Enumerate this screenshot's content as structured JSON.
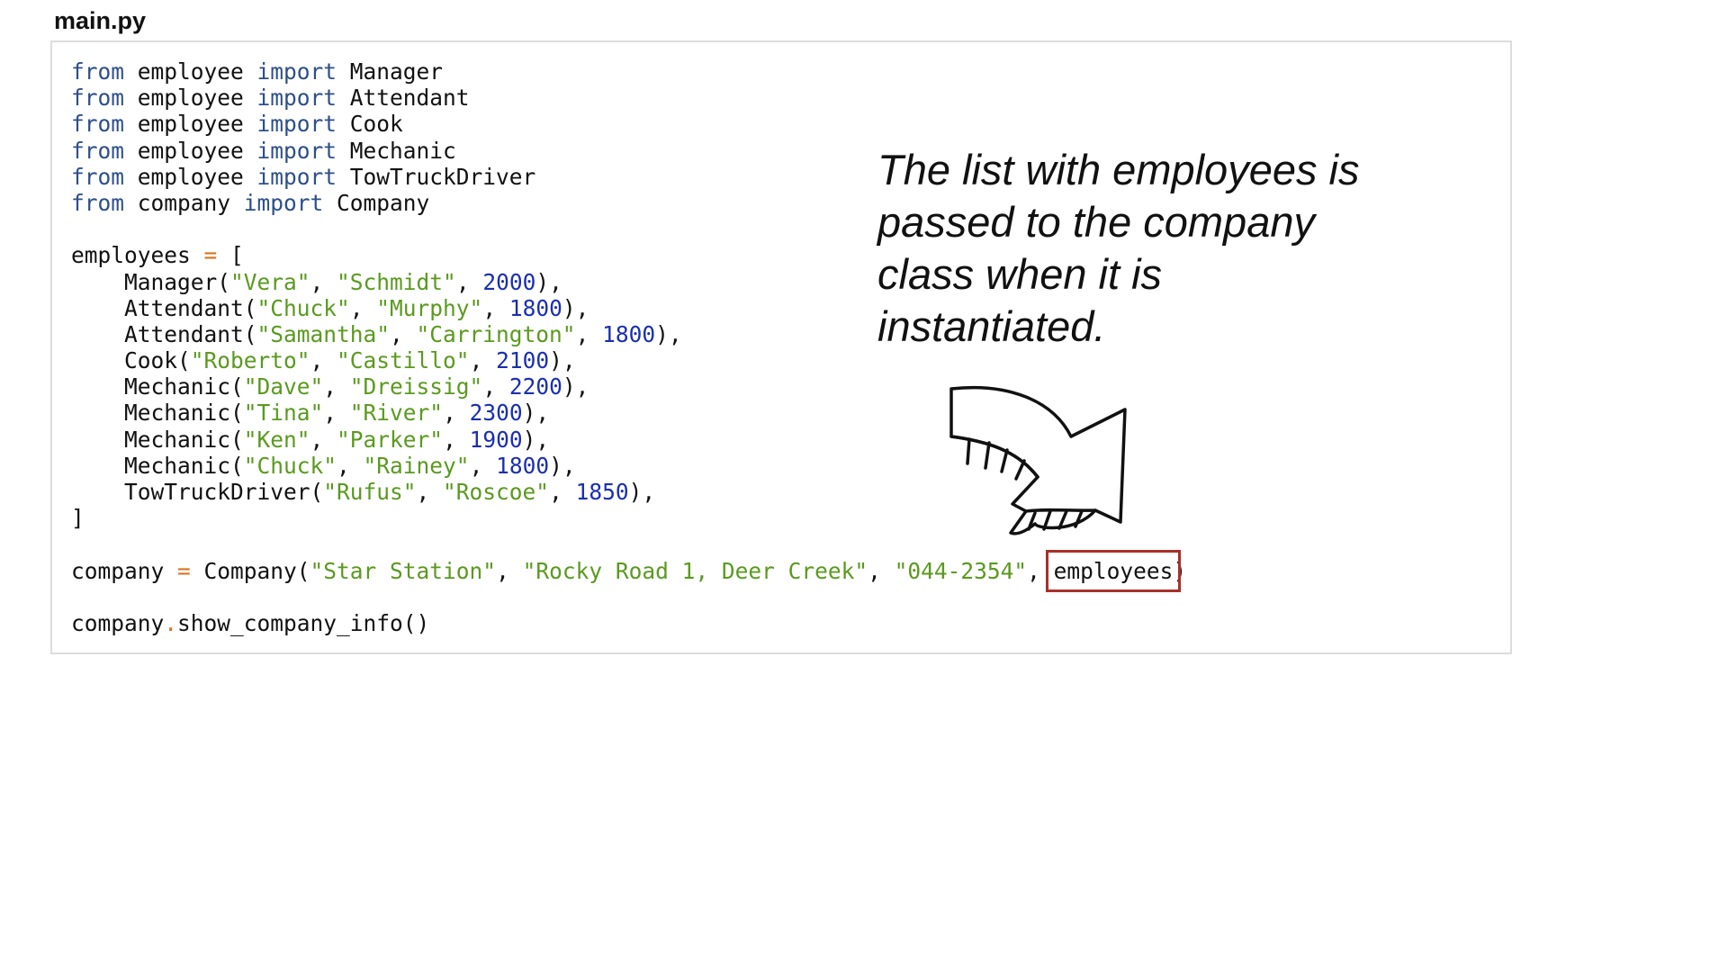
{
  "file": {
    "title": "main.py"
  },
  "code": {
    "lines": [
      [
        {
          "t": "from",
          "c": "kw"
        },
        {
          "t": " employee ",
          "c": "plain"
        },
        {
          "t": "import",
          "c": "kw"
        },
        {
          "t": " Manager",
          "c": "plain"
        }
      ],
      [
        {
          "t": "from",
          "c": "kw"
        },
        {
          "t": " employee ",
          "c": "plain"
        },
        {
          "t": "import",
          "c": "kw"
        },
        {
          "t": " Attendant",
          "c": "plain"
        }
      ],
      [
        {
          "t": "from",
          "c": "kw"
        },
        {
          "t": " employee ",
          "c": "plain"
        },
        {
          "t": "import",
          "c": "kw"
        },
        {
          "t": " Cook",
          "c": "plain"
        }
      ],
      [
        {
          "t": "from",
          "c": "kw"
        },
        {
          "t": " employee ",
          "c": "plain"
        },
        {
          "t": "import",
          "c": "kw"
        },
        {
          "t": " Mechanic",
          "c": "plain"
        }
      ],
      [
        {
          "t": "from",
          "c": "kw"
        },
        {
          "t": " employee ",
          "c": "plain"
        },
        {
          "t": "import",
          "c": "kw"
        },
        {
          "t": " TowTruckDriver",
          "c": "plain"
        }
      ],
      [
        {
          "t": "from",
          "c": "kw"
        },
        {
          "t": " company ",
          "c": "plain"
        },
        {
          "t": "import",
          "c": "kw"
        },
        {
          "t": " Company",
          "c": "plain"
        }
      ],
      [],
      [
        {
          "t": "employees ",
          "c": "plain"
        },
        {
          "t": "=",
          "c": "op"
        },
        {
          "t": " [",
          "c": "plain"
        }
      ],
      [
        {
          "t": "    Manager(",
          "c": "plain"
        },
        {
          "t": "\"Vera\"",
          "c": "str"
        },
        {
          "t": ", ",
          "c": "plain"
        },
        {
          "t": "\"Schmidt\"",
          "c": "str"
        },
        {
          "t": ", ",
          "c": "plain"
        },
        {
          "t": "2000",
          "c": "num"
        },
        {
          "t": "),",
          "c": "plain"
        }
      ],
      [
        {
          "t": "    Attendant(",
          "c": "plain"
        },
        {
          "t": "\"Chuck\"",
          "c": "str"
        },
        {
          "t": ", ",
          "c": "plain"
        },
        {
          "t": "\"Murphy\"",
          "c": "str"
        },
        {
          "t": ", ",
          "c": "plain"
        },
        {
          "t": "1800",
          "c": "num"
        },
        {
          "t": "),",
          "c": "plain"
        }
      ],
      [
        {
          "t": "    Attendant(",
          "c": "plain"
        },
        {
          "t": "\"Samantha\"",
          "c": "str"
        },
        {
          "t": ", ",
          "c": "plain"
        },
        {
          "t": "\"Carrington\"",
          "c": "str"
        },
        {
          "t": ", ",
          "c": "plain"
        },
        {
          "t": "1800",
          "c": "num"
        },
        {
          "t": "),",
          "c": "plain"
        }
      ],
      [
        {
          "t": "    Cook(",
          "c": "plain"
        },
        {
          "t": "\"Roberto\"",
          "c": "str"
        },
        {
          "t": ", ",
          "c": "plain"
        },
        {
          "t": "\"Castillo\"",
          "c": "str"
        },
        {
          "t": ", ",
          "c": "plain"
        },
        {
          "t": "2100",
          "c": "num"
        },
        {
          "t": "),",
          "c": "plain"
        }
      ],
      [
        {
          "t": "    Mechanic(",
          "c": "plain"
        },
        {
          "t": "\"Dave\"",
          "c": "str"
        },
        {
          "t": ", ",
          "c": "plain"
        },
        {
          "t": "\"Dreissig\"",
          "c": "str"
        },
        {
          "t": ", ",
          "c": "plain"
        },
        {
          "t": "2200",
          "c": "num"
        },
        {
          "t": "),",
          "c": "plain"
        }
      ],
      [
        {
          "t": "    Mechanic(",
          "c": "plain"
        },
        {
          "t": "\"Tina\"",
          "c": "str"
        },
        {
          "t": ", ",
          "c": "plain"
        },
        {
          "t": "\"River\"",
          "c": "str"
        },
        {
          "t": ", ",
          "c": "plain"
        },
        {
          "t": "2300",
          "c": "num"
        },
        {
          "t": "),",
          "c": "plain"
        }
      ],
      [
        {
          "t": "    Mechanic(",
          "c": "plain"
        },
        {
          "t": "\"Ken\"",
          "c": "str"
        },
        {
          "t": ", ",
          "c": "plain"
        },
        {
          "t": "\"Parker\"",
          "c": "str"
        },
        {
          "t": ", ",
          "c": "plain"
        },
        {
          "t": "1900",
          "c": "num"
        },
        {
          "t": "),",
          "c": "plain"
        }
      ],
      [
        {
          "t": "    Mechanic(",
          "c": "plain"
        },
        {
          "t": "\"Chuck\"",
          "c": "str"
        },
        {
          "t": ", ",
          "c": "plain"
        },
        {
          "t": "\"Rainey\"",
          "c": "str"
        },
        {
          "t": ", ",
          "c": "plain"
        },
        {
          "t": "1800",
          "c": "num"
        },
        {
          "t": "),",
          "c": "plain"
        }
      ],
      [
        {
          "t": "    TowTruckDriver(",
          "c": "plain"
        },
        {
          "t": "\"Rufus\"",
          "c": "str"
        },
        {
          "t": ", ",
          "c": "plain"
        },
        {
          "t": "\"Roscoe\"",
          "c": "str"
        },
        {
          "t": ", ",
          "c": "plain"
        },
        {
          "t": "1850",
          "c": "num"
        },
        {
          "t": "),",
          "c": "plain"
        }
      ],
      [
        {
          "t": "]",
          "c": "plain"
        }
      ],
      [],
      [
        {
          "t": "company ",
          "c": "plain"
        },
        {
          "t": "=",
          "c": "op"
        },
        {
          "t": " Company(",
          "c": "plain"
        },
        {
          "t": "\"Star Station\"",
          "c": "str"
        },
        {
          "t": ", ",
          "c": "plain"
        },
        {
          "t": "\"Rocky Road 1, Deer Creek\"",
          "c": "str"
        },
        {
          "t": ", ",
          "c": "plain"
        },
        {
          "t": "\"044-2354\"",
          "c": "str"
        },
        {
          "t": ", ",
          "c": "plain"
        },
        {
          "t": "employees",
          "c": "plain",
          "highlight": true
        },
        {
          "t": ")",
          "c": "plain"
        }
      ],
      [],
      [
        {
          "t": "company",
          "c": "plain"
        },
        {
          "t": ".",
          "c": "op"
        },
        {
          "t": "show_company_info()",
          "c": "plain"
        }
      ]
    ]
  },
  "annotation": {
    "text": "The list with employees is passed to the company class when it is instantiated.",
    "icon": "curved-arrow-icon"
  },
  "colors": {
    "keyword": "#2d4f8a",
    "string": "#5a9a1e",
    "number": "#1a2fb0",
    "operator": "#d9741e",
    "highlight": "#a8302a"
  }
}
